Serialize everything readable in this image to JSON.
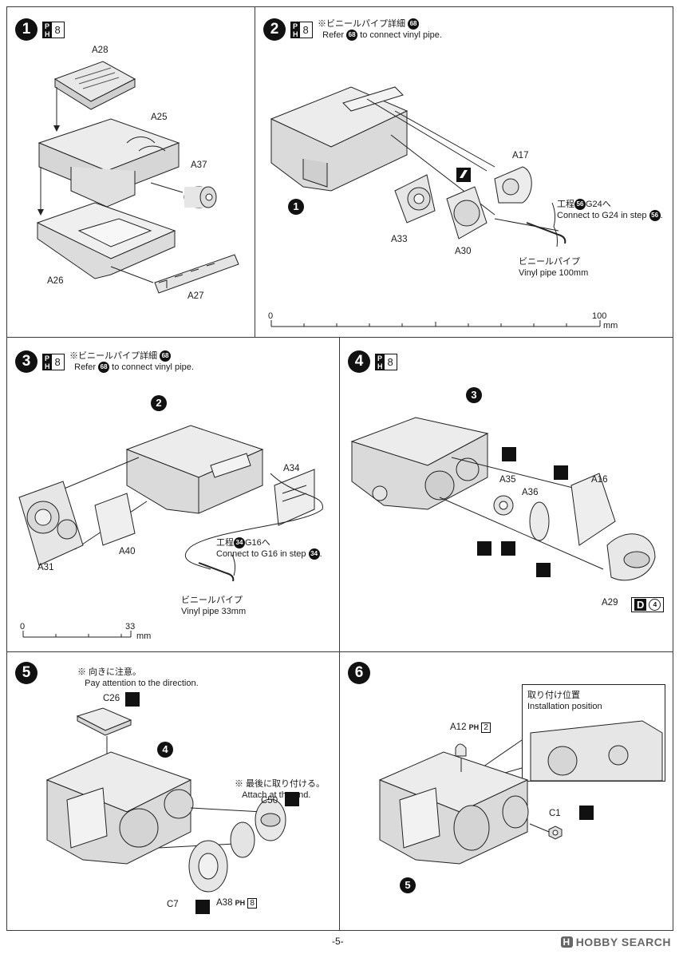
{
  "steps": {
    "s1": {
      "number": "1",
      "paint": "8",
      "parts": [
        "A28",
        "A25",
        "A37",
        "A26",
        "A27"
      ]
    },
    "s2": {
      "number": "2",
      "paint": "8",
      "note_jp": "※ビニールパイプ詳細",
      "note_ref": "68",
      "note_en_pre": "Refer",
      "note_en_post": "to connect vinyl pipe.",
      "sub_ref": "1",
      "parts": [
        "A17",
        "A33",
        "A30"
      ],
      "connect_jp": "工程",
      "connect_jp_step": "56",
      "connect_jp_g": "G24",
      "connect_jp_suffix": "へ",
      "connect_en": "Connect to G24 in step",
      "connect_en_step": "56",
      "pipe_jp": "ビニールパイプ",
      "pipe_en": "Vinyl pipe 100mm",
      "ruler_start": "0",
      "ruler_end": "100",
      "ruler_unit": "mm"
    },
    "s3": {
      "number": "3",
      "paint": "8",
      "note_jp": "※ビニールパイプ詳細",
      "note_ref": "68",
      "note_en_pre": "Refer",
      "note_en_post": "to connect vinyl pipe.",
      "sub_ref": "2",
      "parts": [
        "A34",
        "A40",
        "A31"
      ],
      "connect_jp": "工程",
      "connect_jp_step": "34",
      "connect_jp_g": "G16",
      "connect_jp_suffix": "へ",
      "connect_en": "Connect to G16 in step",
      "connect_en_step": "34",
      "pipe_jp": "ビニールパイプ",
      "pipe_en": "Vinyl pipe 33mm",
      "ruler_start": "0",
      "ruler_end": "33",
      "ruler_unit": "mm"
    },
    "s4": {
      "number": "4",
      "paint": "8",
      "sub_ref": "3",
      "parts": [
        "A35",
        "A36",
        "A16",
        "A29"
      ],
      "decal_letter": "D",
      "decal_num": "4"
    },
    "s5": {
      "number": "5",
      "sub_ref": "4",
      "note1_jp": "※ 向きに注意。",
      "note1_en": "Pay attention to the direction.",
      "note2_jp": "※ 最後に取り付ける。",
      "note2_en": "Attach at the end.",
      "parts": [
        "C26",
        "C50",
        "C7",
        "A38"
      ],
      "a38_paint": "8"
    },
    "s6": {
      "number": "6",
      "sub_ref": "5",
      "inset_jp": "取り付け位置",
      "inset_en": "Installation position",
      "parts": [
        "A12",
        "C1"
      ],
      "a12_paint": "2"
    }
  },
  "footer": {
    "page": "-5-",
    "brand_badge": "H",
    "brand_text": "HOBBY SEARCH"
  }
}
